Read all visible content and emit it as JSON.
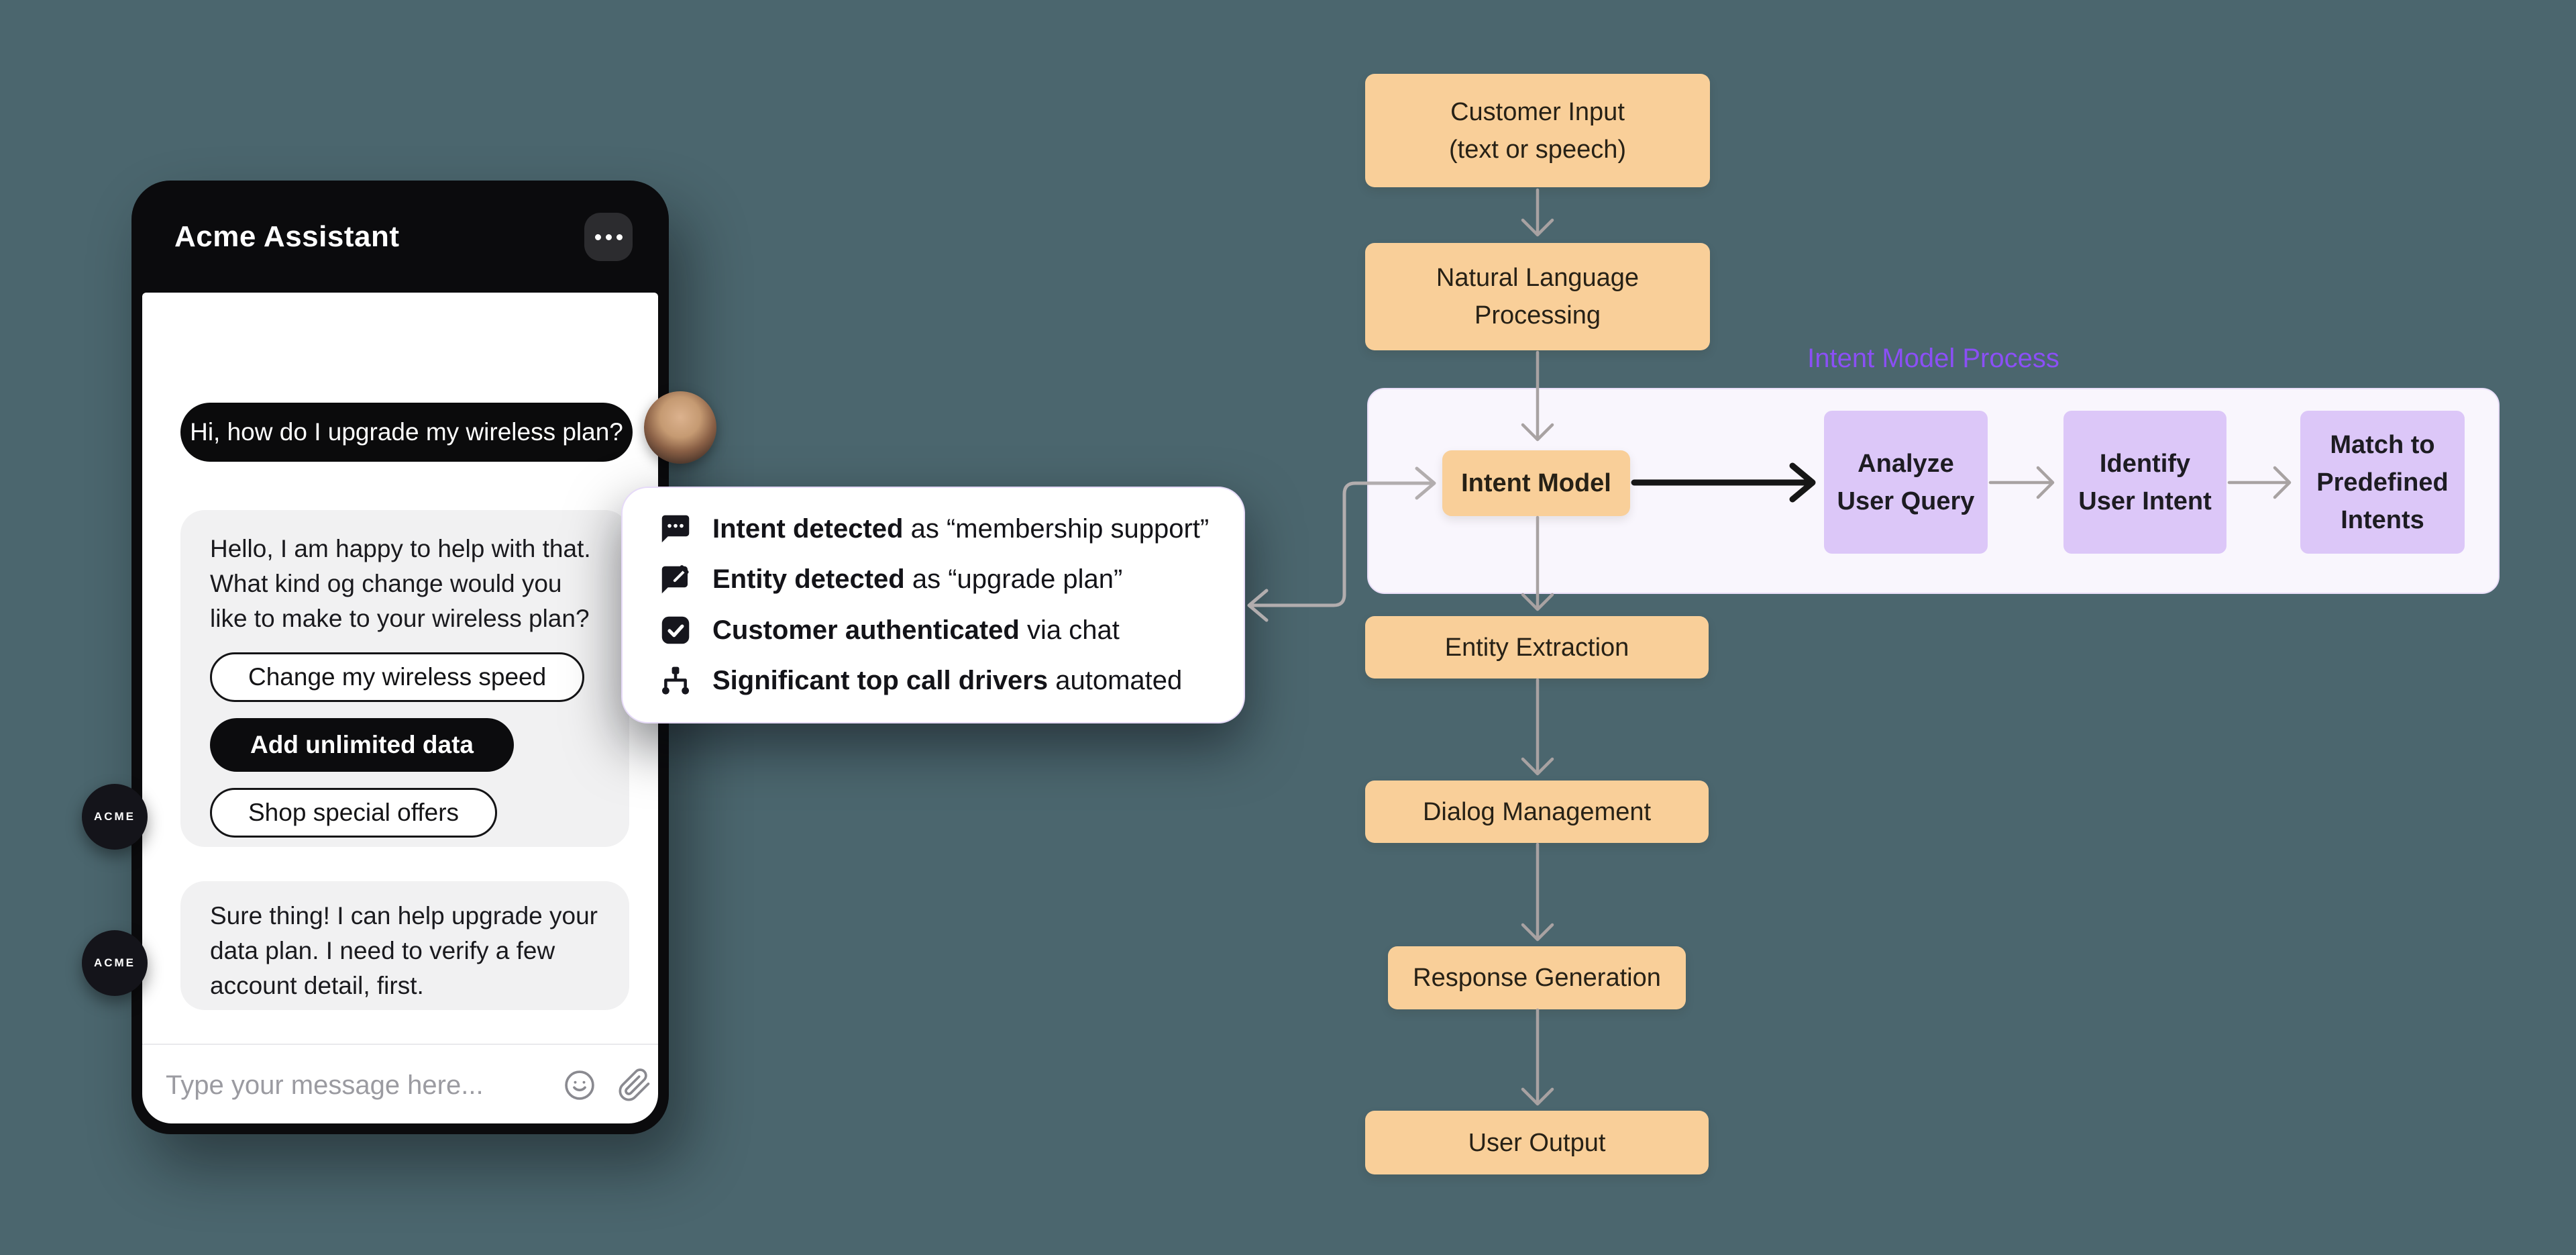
{
  "colors": {
    "background": "#4b666e",
    "accent_purple": "#8b4ff6",
    "flow_peach": "#f9cf99",
    "flow_lavender": "#dcc7f8",
    "bubble_black": "#0b0b0c",
    "bubble_gray": "#f1f1f2"
  },
  "phone": {
    "header": {
      "title": "Acme Assistant",
      "menu_icon": "ellipsis"
    },
    "chat": {
      "user_message": "Hi, how do I upgrade my wireless plan?",
      "bot_message_1": "Hello, I am happy to help with that. What kind og change would you like to make to your wireless plan?",
      "quick_replies": [
        {
          "label": "Change my wireless speed",
          "style": "outline"
        },
        {
          "label": "Add unlimited data",
          "style": "solid"
        },
        {
          "label": "Shop special offers",
          "style": "outline"
        }
      ],
      "bot_message_2": "Sure thing! I can help upgrade your data plan. I need to verify a few account detail, first."
    },
    "badges": [
      {
        "label": "ACME"
      },
      {
        "label": "ACME"
      }
    ],
    "composer": {
      "placeholder": "Type your message here...",
      "icons": [
        "smiley-icon",
        "paperclip-icon"
      ]
    }
  },
  "callout": {
    "items": [
      {
        "icon": "chat-bubble-icon",
        "bold": "Intent detected",
        "rest": " as “membership support”"
      },
      {
        "icon": "entity-flag-icon",
        "bold": "Entity detected",
        "rest": " as “upgrade plan”"
      },
      {
        "icon": "checkbox-icon",
        "bold": "Customer authenticated",
        "rest": " via chat"
      },
      {
        "icon": "sitemap-icon",
        "bold": "Significant top call drivers",
        "rest": " automated"
      }
    ]
  },
  "flowchart": {
    "process_label": "Intent Model Process",
    "main_nodes": [
      {
        "label": "Customer Input\n(text or speech)"
      },
      {
        "label": "Natural Language\nProcessing"
      },
      {
        "label": "Intent Model"
      },
      {
        "label": "Entity Extraction"
      },
      {
        "label": "Dialog Management"
      },
      {
        "label": "Response Generation"
      },
      {
        "label": "User Output"
      }
    ],
    "process_nodes": [
      {
        "label": "Analyze\nUser Query"
      },
      {
        "label": "Identify\nUser Intent"
      },
      {
        "label": "Match to\nPredefined\nIntents"
      }
    ]
  }
}
